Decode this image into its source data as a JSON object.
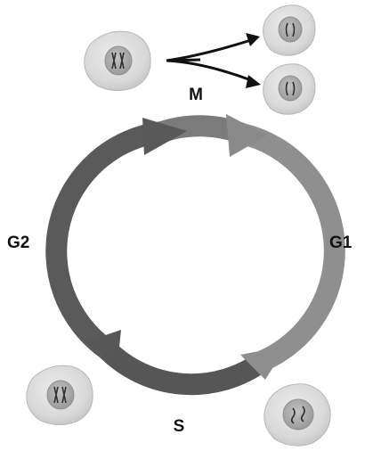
{
  "phases": {
    "m": "M",
    "g1": "G1",
    "s": "S",
    "g2": "G2"
  },
  "colors": {
    "dark_arrow": "#555555",
    "light_arrow": "#8e8e8e",
    "cell_fill": "#dcdcdc",
    "cell_outline": "#b5b5b5",
    "nucleus_fill": "#ababab",
    "text": "#111111"
  },
  "cells": [
    {
      "name": "parent-cell",
      "icon": "duplicated-chromosomes"
    },
    {
      "name": "daughter-cell-top",
      "icon": "single-chromosomes"
    },
    {
      "name": "daughter-cell-bottom",
      "icon": "single-chromosomes"
    },
    {
      "name": "g1-cell",
      "icon": "single-chromosomes"
    },
    {
      "name": "g2-cell",
      "icon": "duplicated-chromosomes"
    }
  ]
}
